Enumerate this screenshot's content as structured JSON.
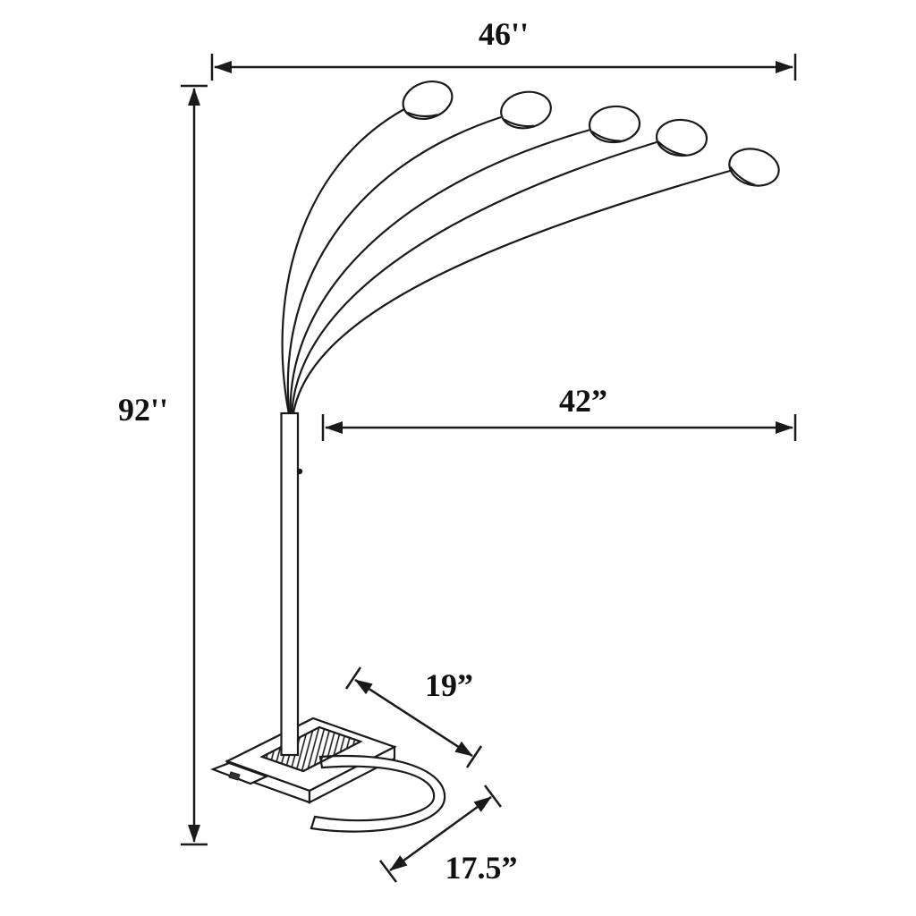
{
  "diagram": {
    "type": "dimension-drawing",
    "subject": "five-arm arc floor lamp line drawing",
    "colors": {
      "line": "#1a1a1a",
      "background": "#ffffff"
    },
    "dimensions": {
      "overall_width": "46''",
      "overall_height": "92''",
      "arm_reach": "42”",
      "base_length": "19”",
      "base_depth": "17.5”"
    }
  }
}
